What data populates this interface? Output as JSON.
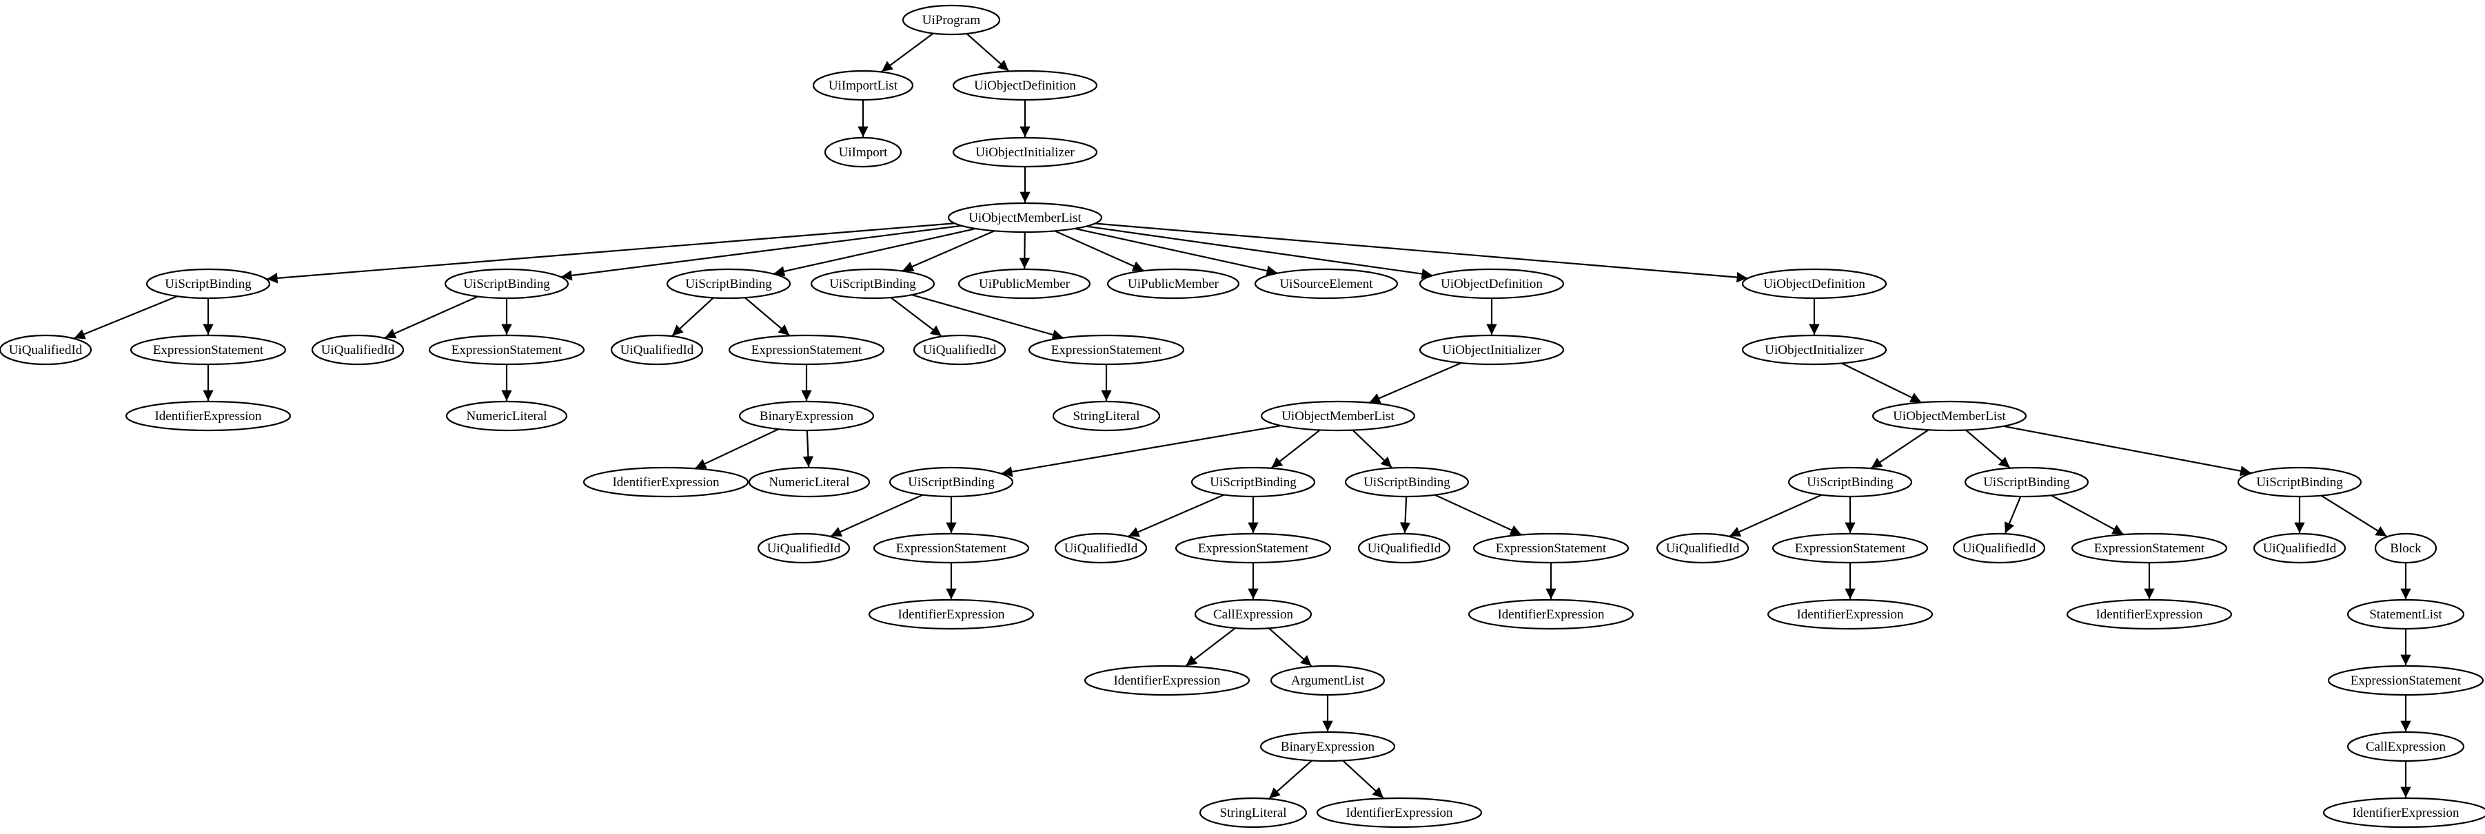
{
  "diagram": {
    "type": "tree",
    "nodes": [
      {
        "id": "n0",
        "label": "UiProgram"
      },
      {
        "id": "n1",
        "label": "UiImportList"
      },
      {
        "id": "n2",
        "label": "UiImport"
      },
      {
        "id": "n3",
        "label": "UiObjectDefinition"
      },
      {
        "id": "n4",
        "label": "UiObjectInitializer"
      },
      {
        "id": "n5",
        "label": "UiObjectMemberList"
      },
      {
        "id": "n6",
        "label": "UiScriptBinding"
      },
      {
        "id": "n7",
        "label": "UiQualifiedId"
      },
      {
        "id": "n8",
        "label": "ExpressionStatement"
      },
      {
        "id": "n9",
        "label": "IdentifierExpression"
      },
      {
        "id": "n10",
        "label": "UiScriptBinding"
      },
      {
        "id": "n11",
        "label": "UiQualifiedId"
      },
      {
        "id": "n12",
        "label": "ExpressionStatement"
      },
      {
        "id": "n13",
        "label": "NumericLiteral"
      },
      {
        "id": "n14",
        "label": "UiScriptBinding"
      },
      {
        "id": "n15",
        "label": "UiQualifiedId"
      },
      {
        "id": "n16",
        "label": "ExpressionStatement"
      },
      {
        "id": "n17",
        "label": "BinaryExpression"
      },
      {
        "id": "n18",
        "label": "IdentifierExpression"
      },
      {
        "id": "n19",
        "label": "NumericLiteral"
      },
      {
        "id": "n20",
        "label": "UiScriptBinding"
      },
      {
        "id": "n21",
        "label": "UiQualifiedId"
      },
      {
        "id": "n22",
        "label": "ExpressionStatement"
      },
      {
        "id": "n23",
        "label": "StringLiteral"
      },
      {
        "id": "n24",
        "label": "UiPublicMember"
      },
      {
        "id": "n25",
        "label": "UiPublicMember"
      },
      {
        "id": "n26",
        "label": "UiSourceElement"
      },
      {
        "id": "n27",
        "label": "UiObjectDefinition"
      },
      {
        "id": "n28",
        "label": "UiObjectInitializer"
      },
      {
        "id": "n29",
        "label": "UiObjectMemberList"
      },
      {
        "id": "n30",
        "label": "UiScriptBinding"
      },
      {
        "id": "n31",
        "label": "UiQualifiedId"
      },
      {
        "id": "n32",
        "label": "ExpressionStatement"
      },
      {
        "id": "n33",
        "label": "IdentifierExpression"
      },
      {
        "id": "n34",
        "label": "UiScriptBinding"
      },
      {
        "id": "n35",
        "label": "UiQualifiedId"
      },
      {
        "id": "n36",
        "label": "ExpressionStatement"
      },
      {
        "id": "n37",
        "label": "CallExpression"
      },
      {
        "id": "n38",
        "label": "IdentifierExpression"
      },
      {
        "id": "n39",
        "label": "ArgumentList"
      },
      {
        "id": "n40",
        "label": "BinaryExpression"
      },
      {
        "id": "n41",
        "label": "StringLiteral"
      },
      {
        "id": "n42",
        "label": "IdentifierExpression"
      },
      {
        "id": "n43",
        "label": "UiScriptBinding"
      },
      {
        "id": "n44",
        "label": "UiQualifiedId"
      },
      {
        "id": "n45",
        "label": "ExpressionStatement"
      },
      {
        "id": "n46",
        "label": "IdentifierExpression"
      },
      {
        "id": "n47",
        "label": "UiObjectDefinition"
      },
      {
        "id": "n48",
        "label": "UiObjectInitializer"
      },
      {
        "id": "n49",
        "label": "UiObjectMemberList"
      },
      {
        "id": "n50",
        "label": "UiScriptBinding"
      },
      {
        "id": "n51",
        "label": "UiQualifiedId"
      },
      {
        "id": "n52",
        "label": "ExpressionStatement"
      },
      {
        "id": "n53",
        "label": "IdentifierExpression"
      },
      {
        "id": "n54",
        "label": "UiScriptBinding"
      },
      {
        "id": "n55",
        "label": "UiQualifiedId"
      },
      {
        "id": "n56",
        "label": "ExpressionStatement"
      },
      {
        "id": "n57",
        "label": "IdentifierExpression"
      },
      {
        "id": "n58",
        "label": "UiScriptBinding"
      },
      {
        "id": "n59",
        "label": "UiQualifiedId"
      },
      {
        "id": "n60",
        "label": "Block"
      },
      {
        "id": "n61",
        "label": "StatementList"
      },
      {
        "id": "n62",
        "label": "ExpressionStatement"
      },
      {
        "id": "n63",
        "label": "CallExpression"
      },
      {
        "id": "n64",
        "label": "IdentifierExpression"
      }
    ],
    "edges": [
      [
        "n0",
        "n1"
      ],
      [
        "n0",
        "n3"
      ],
      [
        "n1",
        "n2"
      ],
      [
        "n3",
        "n4"
      ],
      [
        "n4",
        "n5"
      ],
      [
        "n5",
        "n6"
      ],
      [
        "n5",
        "n10"
      ],
      [
        "n5",
        "n14"
      ],
      [
        "n5",
        "n20"
      ],
      [
        "n5",
        "n24"
      ],
      [
        "n5",
        "n25"
      ],
      [
        "n5",
        "n26"
      ],
      [
        "n5",
        "n27"
      ],
      [
        "n5",
        "n47"
      ],
      [
        "n6",
        "n7"
      ],
      [
        "n6",
        "n8"
      ],
      [
        "n8",
        "n9"
      ],
      [
        "n10",
        "n11"
      ],
      [
        "n10",
        "n12"
      ],
      [
        "n12",
        "n13"
      ],
      [
        "n14",
        "n15"
      ],
      [
        "n14",
        "n16"
      ],
      [
        "n16",
        "n17"
      ],
      [
        "n17",
        "n18"
      ],
      [
        "n17",
        "n19"
      ],
      [
        "n20",
        "n21"
      ],
      [
        "n20",
        "n22"
      ],
      [
        "n22",
        "n23"
      ],
      [
        "n27",
        "n28"
      ],
      [
        "n28",
        "n29"
      ],
      [
        "n29",
        "n30"
      ],
      [
        "n29",
        "n34"
      ],
      [
        "n29",
        "n43"
      ],
      [
        "n30",
        "n31"
      ],
      [
        "n30",
        "n32"
      ],
      [
        "n32",
        "n33"
      ],
      [
        "n34",
        "n35"
      ],
      [
        "n34",
        "n36"
      ],
      [
        "n36",
        "n37"
      ],
      [
        "n37",
        "n38"
      ],
      [
        "n37",
        "n39"
      ],
      [
        "n39",
        "n40"
      ],
      [
        "n40",
        "n41"
      ],
      [
        "n40",
        "n42"
      ],
      [
        "n43",
        "n44"
      ],
      [
        "n43",
        "n45"
      ],
      [
        "n45",
        "n46"
      ],
      [
        "n47",
        "n48"
      ],
      [
        "n48",
        "n49"
      ],
      [
        "n49",
        "n50"
      ],
      [
        "n49",
        "n54"
      ],
      [
        "n49",
        "n58"
      ],
      [
        "n50",
        "n51"
      ],
      [
        "n50",
        "n52"
      ],
      [
        "n52",
        "n53"
      ],
      [
        "n54",
        "n55"
      ],
      [
        "n54",
        "n56"
      ],
      [
        "n56",
        "n57"
      ],
      [
        "n58",
        "n59"
      ],
      [
        "n58",
        "n60"
      ],
      [
        "n60",
        "n61"
      ],
      [
        "n61",
        "n62"
      ],
      [
        "n62",
        "n63"
      ],
      [
        "n63",
        "n64"
      ]
    ]
  }
}
